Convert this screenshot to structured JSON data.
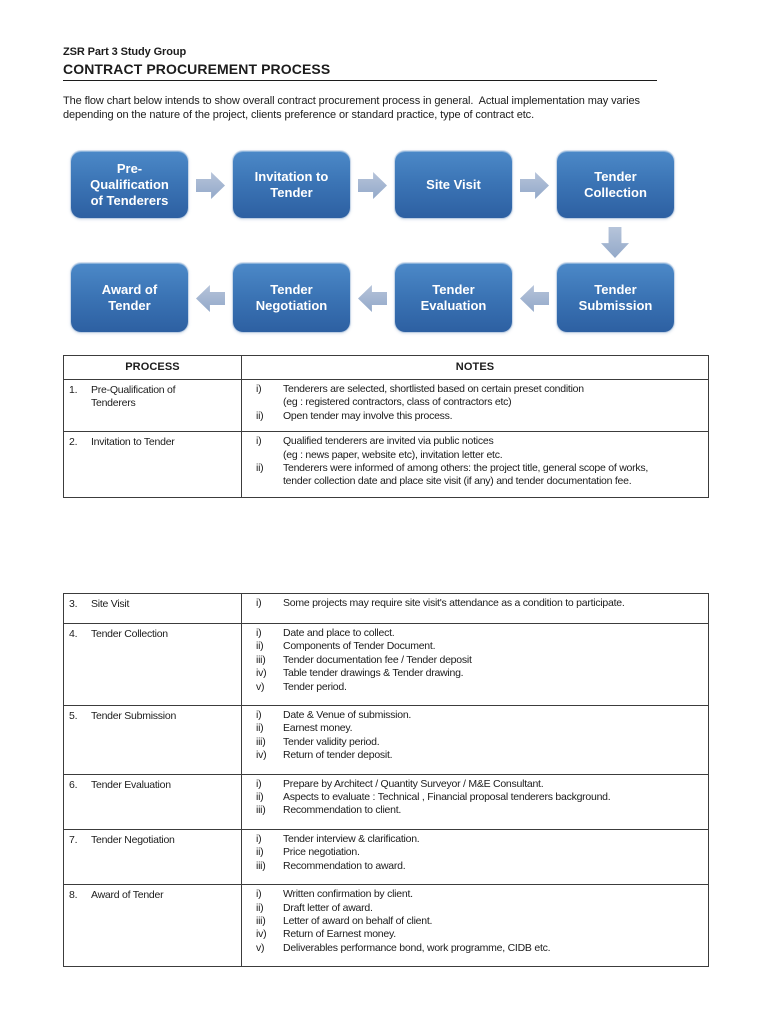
{
  "header": {
    "group": "ZSR Part 3 Study Group",
    "title": "CONTRACT PROCUREMENT PROCESS",
    "intro": "The flow chart below intends to show overall contract procurement process in general.  Actual implementation may varies\ndepending on the nature of the project, clients preference or standard practice, type of contract etc."
  },
  "flowchart": {
    "row1": [
      {
        "label": "Pre-Qualification of Tenderers"
      },
      {
        "label": "Invitation to Tender"
      },
      {
        "label": "Site Visit"
      },
      {
        "label": "Tender Collection"
      }
    ],
    "row2": [
      {
        "label": "Award of Tender"
      },
      {
        "label": "Tender Negotiation"
      },
      {
        "label": "Tender Evaluation"
      },
      {
        "label": "Tender Submission"
      }
    ],
    "icons": {
      "arrow_right": "block-arrow-right",
      "arrow_left": "block-arrow-left",
      "arrow_down": "block-arrow-down"
    },
    "colors": {
      "box_top": "#4c89c8",
      "box_mid": "#3b74b5",
      "box_bottom": "#2d60a2",
      "arrow1": "#b6c4da",
      "arrow2": "#93a9c9",
      "box_text": "#ffffff"
    }
  },
  "tables": {
    "headers": {
      "process": "PROCESS",
      "notes": "NOTES"
    },
    "table1_rows": [
      {
        "num": "1.",
        "name": "Pre-Qualification of\nTenderers",
        "notes": [
          {
            "m": "i)",
            "t": "Tenderers are selected, shortlisted based on certain preset condition\n(eg : registered contractors, class of contractors etc)"
          },
          {
            "m": "ii)",
            "t": "Open tender may involve this process."
          }
        ]
      },
      {
        "num": "2.",
        "name": "Invitation to Tender",
        "notes": [
          {
            "m": "i)",
            "t": "Qualified tenderers are invited via public notices\n(eg : news paper, website etc), invitation letter etc."
          },
          {
            "m": "ii)",
            "t": "Tenderers were informed of among others: the project title, general scope of works,\ntender collection date and place site visit (if any) and tender documentation fee."
          }
        ]
      }
    ],
    "table2_rows": [
      {
        "num": "3.",
        "name": "Site Visit",
        "notes": [
          {
            "m": "i)",
            "t": "Some projects may require site visit's attendance as a condition to participate."
          }
        ]
      },
      {
        "num": "4.",
        "name": "Tender Collection",
        "notes": [
          {
            "m": "i)",
            "t": "Date and place to collect."
          },
          {
            "m": "ii)",
            "t": "Components of Tender Document."
          },
          {
            "m": "iii)",
            "t": "Tender documentation fee / Tender deposit"
          },
          {
            "m": "iv)",
            "t": "Table tender drawings & Tender drawing."
          },
          {
            "m": "v)",
            "t": "Tender period."
          }
        ]
      },
      {
        "num": "5.",
        "name": "Tender Submission",
        "notes": [
          {
            "m": "i)",
            "t": "Date & Venue of submission."
          },
          {
            "m": "ii)",
            "t": "Earnest money."
          },
          {
            "m": "iii)",
            "t": "Tender validity period."
          },
          {
            "m": "iv)",
            "t": "Return of tender deposit."
          }
        ]
      },
      {
        "num": "6.",
        "name": "Tender Evaluation",
        "notes": [
          {
            "m": "i)",
            "t": "Prepare by Architect / Quantity Surveyor / M&E Consultant."
          },
          {
            "m": "ii)",
            "t": "Aspects to evaluate : Technical , Financial proposal tenderers background."
          },
          {
            "m": "iii)",
            "t": "Recommendation to client."
          }
        ]
      },
      {
        "num": "7.",
        "name": "Tender Negotiation",
        "notes": [
          {
            "m": "i)",
            "t": "Tender interview & clarification."
          },
          {
            "m": "ii)",
            "t": "Price negotiation."
          },
          {
            "m": "iii)",
            "t": "Recommendation to award."
          }
        ]
      },
      {
        "num": "8.",
        "name": "Award of Tender",
        "notes": [
          {
            "m": "i)",
            "t": "Written confirmation by client."
          },
          {
            "m": "ii)",
            "t": "Draft letter of award."
          },
          {
            "m": "iii)",
            "t": "Letter of award on behalf of client."
          },
          {
            "m": "iv)",
            "t": "Return of Earnest money."
          },
          {
            "m": "v)",
            "t": "Deliverables performance bond, work programme, CIDB etc."
          }
        ]
      }
    ]
  }
}
